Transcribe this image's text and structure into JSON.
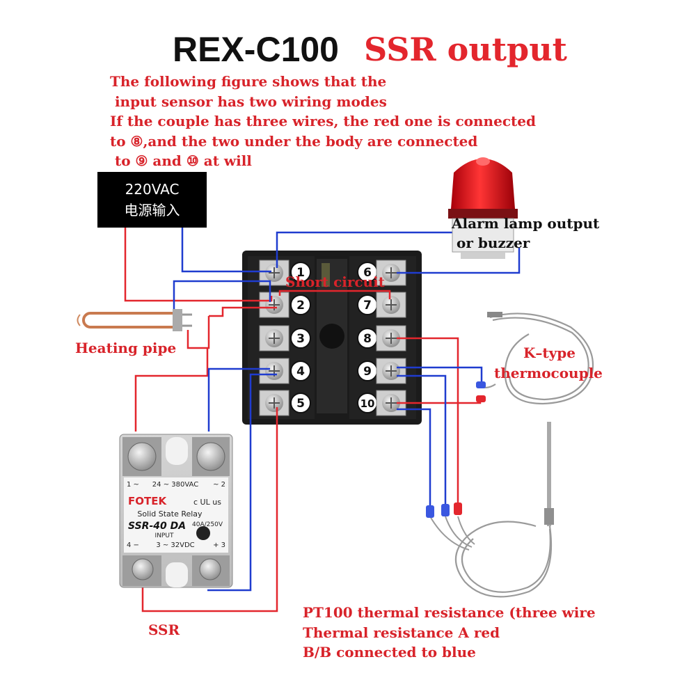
{
  "title": {
    "model": "REX-C100",
    "output": "SSR output"
  },
  "note_lines": [
    "The following figure shows that the",
    " input sensor has two wiring modes",
    "If the couple has three wires, the red one is connected",
    "to ⑧,and the two under the body are connected",
    " to ⑨ and ⑩ at will"
  ],
  "power": {
    "line1": "220VAC",
    "line2": "电源输入"
  },
  "alarm": {
    "line1": "Alarm lamp output",
    "line2": "or buzzer"
  },
  "short_circuit": "Short circuit",
  "heating_pipe": "Heating pipe",
  "ktype": {
    "line1": "K–type",
    "line2": "thermocouple"
  },
  "ssr_label": "SSR",
  "pt100": {
    "line1": "PT100 thermal resistance (three wire",
    "line2": "Thermal resistance A red",
    "line3": "B/B connected to blue"
  },
  "terminals": {
    "left": [
      "1",
      "2",
      "3",
      "4",
      "5"
    ],
    "right": [
      "6",
      "7",
      "8",
      "9",
      "10"
    ]
  },
  "relay": {
    "top_left": "1 ~",
    "top_mid": "24 ~ 380VAC",
    "top_right": "~ 2",
    "brand": "FOTEK",
    "cert": "c UL us",
    "subtitle": "Solid State Relay",
    "model": "SSR-40 DA",
    "rating": "40A/250V",
    "input": "INPUT",
    "bot_left": "4 −",
    "bot_mid": "3 ~ 32VDC",
    "bot_right": "+ 3"
  },
  "colors": {
    "red_wire": "#e3262d",
    "blue_wire": "#1f3ccf",
    "label_red": "#d8232a"
  }
}
